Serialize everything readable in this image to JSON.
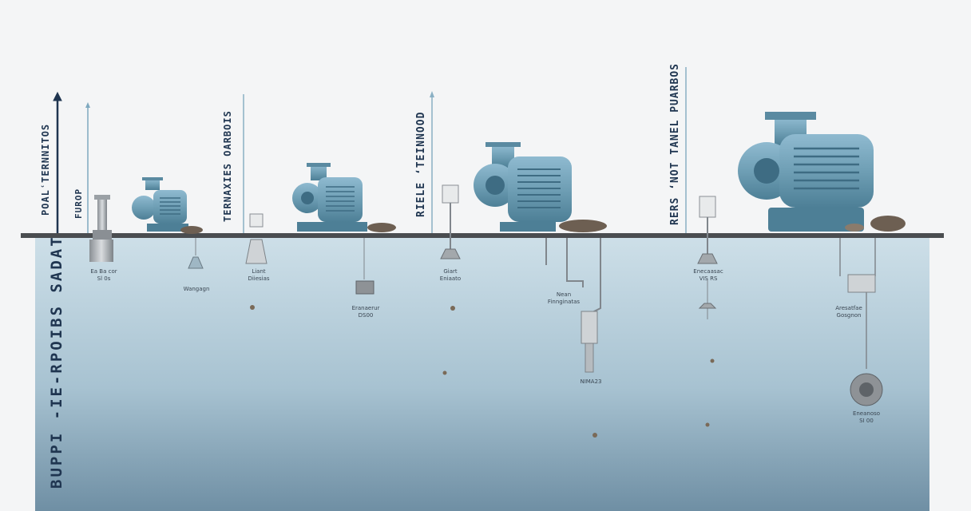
{
  "vertical_labels": {
    "l1": "POALʿTERNNITOS",
    "l2": "FUROP",
    "l3": "TERNAXIES OARBOIS",
    "l4": "RIELE ʻTEINNOOD",
    "l5": "RERS ʻNOT TANEL PUARBOS",
    "water_title": "BUPPI -IE-RPOIBS SADAT"
  },
  "small_labels": {
    "s1": "Ea Ba cor\nSl 0s",
    "s2": "Wangagn",
    "s3": "Liant\nDiiesias",
    "s4": "Eranaerur\nDS00",
    "s5": "Giart\nEniaato",
    "s6": "Nean\nFinnginatas",
    "s7": "NIMA23",
    "s8": "Enecaasac\nVIS RS",
    "s9": "Aresatfae\nGosgnon",
    "s10": "Eneanoso\nSI 00"
  },
  "colors": {
    "background": "#f4f5f6",
    "water_top": "#cddfe8",
    "water_bottom": "#6f8fa4",
    "ground": "#4a4d50",
    "pump_body": "#6f9fb5",
    "pump_dark": "#4d7f96",
    "label": "#1f3550"
  }
}
